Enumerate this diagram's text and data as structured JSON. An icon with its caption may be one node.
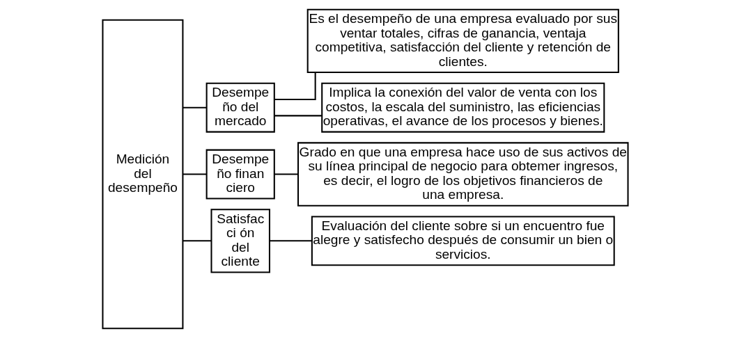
{
  "diagram": {
    "nodes": [
      {
        "text": [
          "Medición del desempeño"
        ]
      },
      {
        "text": [
          "Desempe ño del mercado"
        ]
      },
      {
        "text": [
          "Es el desempeño de una empresa evaluado por sus ventar totales, cifras de ganancia, ventaja competitiva, satisfacción del cliente y retención de clientes."
        ]
      },
      {
        "text": [
          "Implica la conexión del valor de venta con los costos, la escala del suministro, las eficiencias operativas, el avance de los procesos y bienes."
        ]
      },
      {
        "text": [
          "Desempe ño financiero"
        ]
      },
      {
        "text": [
          "Grado en que una empresa hace uso de sus activos de su línea principal de negocio para obtemer ingresos, es decir, el logro de los objetivos financieros de una empresa."
        ]
      },
      {
        "text": [
          "Satisfacci ón del cliente"
        ]
      },
      {
        "text": [
          "Evaluación del cliente sobre si un encuentro fue alegre y satisfecho después de consumir un bien o servicios."
        ]
      }
    ],
    "edges": [
      {
        "from": 0,
        "to": 1,
        "arrow": "none"
      },
      {
        "from": 0,
        "to": 4,
        "arrow": "none"
      },
      {
        "from": 0,
        "to": 6,
        "arrow": "none"
      },
      {
        "from": 1,
        "to": 2,
        "arrow": "none"
      },
      {
        "from": 1,
        "to": 3,
        "arrow": "none"
      },
      {
        "from": 4,
        "to": 5,
        "arrow": "none"
      },
      {
        "from": 6,
        "to": 7,
        "arrow": "none"
      }
    ]
  }
}
